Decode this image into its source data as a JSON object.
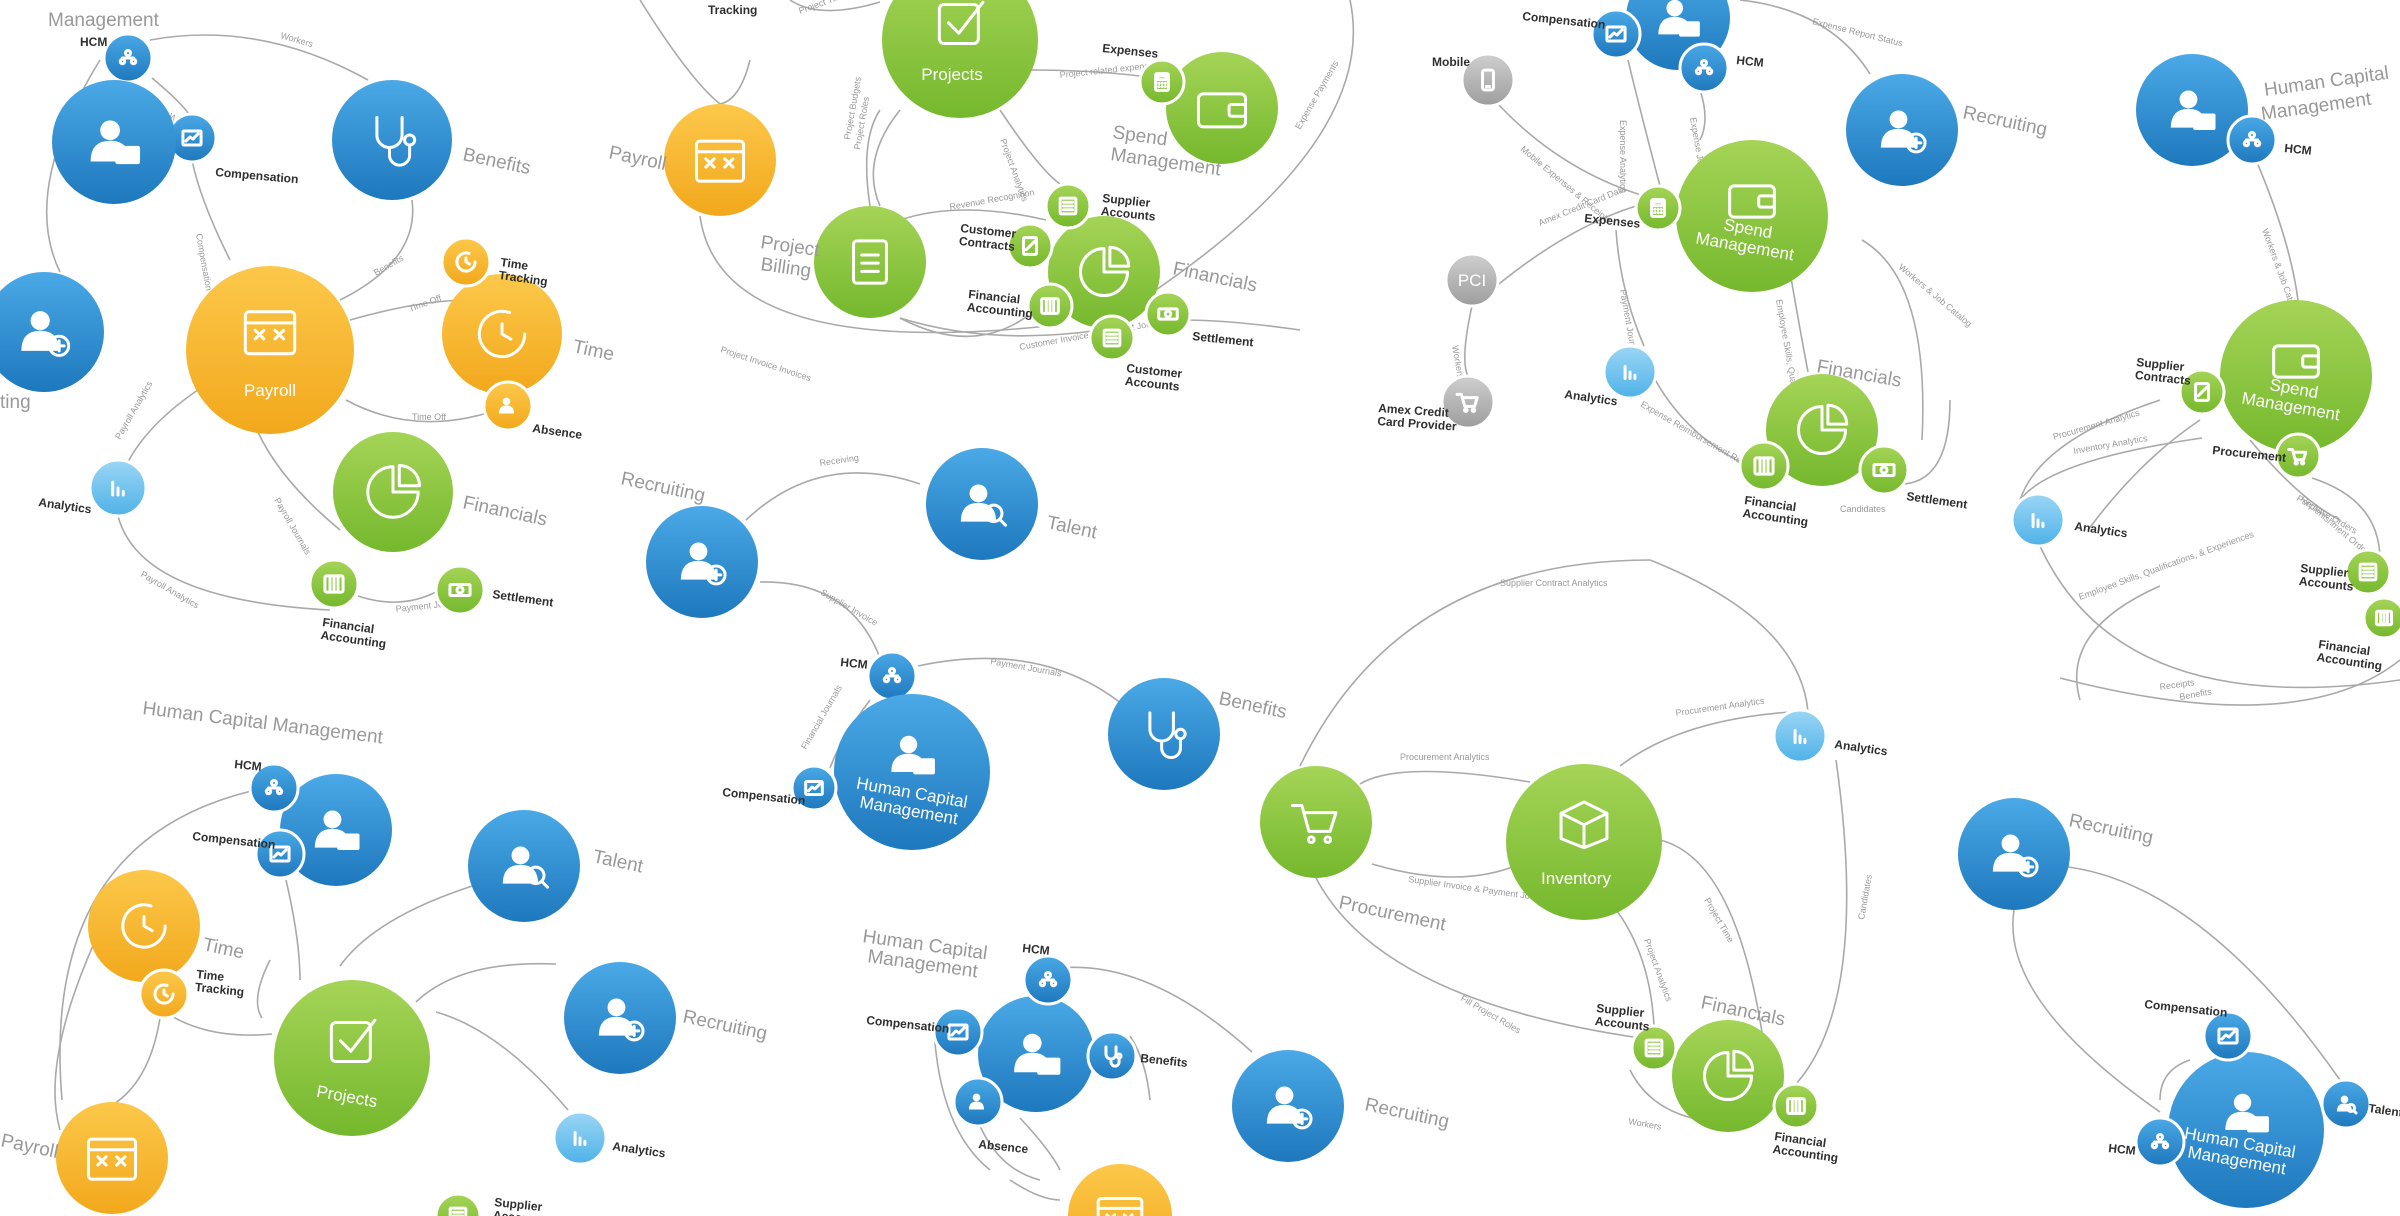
{
  "colors": {
    "blue": "#2e8fd1",
    "blue_light": "#6cc0ee",
    "green": "#8cc63f",
    "yellow": "#f7b52c",
    "gray": "#b4b4b4",
    "edge": "#a9a9a9"
  },
  "nodes": [
    {
      "id": "n1",
      "kind": "blue",
      "icon": "chart-icon",
      "label": "Compensation"
    },
    {
      "id": "n2",
      "kind": "blue",
      "icon": "hcm-icon",
      "label": "HCM"
    },
    {
      "id": "n3",
      "kind": "blue",
      "icon": "person-folder-icon",
      "label": ""
    },
    {
      "id": "n4",
      "kind": "blue",
      "icon": "stethoscope-icon",
      "label": "Benefits"
    },
    {
      "id": "n5",
      "kind": "blue",
      "icon": "person-plus-icon",
      "label": "Recruiting"
    },
    {
      "id": "n6",
      "kind": "yellow",
      "icon": "calendar-icon",
      "label": "Payroll"
    },
    {
      "id": "n7",
      "kind": "yellow",
      "icon": "clock-icon",
      "label": "Time"
    },
    {
      "id": "n8",
      "kind": "yellow",
      "icon": "clock-icon",
      "label": "Time Tracking"
    },
    {
      "id": "n9",
      "kind": "yellow",
      "icon": "person-icon",
      "label": "Absence"
    },
    {
      "id": "n10",
      "kind": "blue_light",
      "icon": "analytics-icon",
      "label": "Analytics"
    },
    {
      "id": "n11",
      "kind": "green",
      "icon": "pie-icon",
      "label": "Financials"
    },
    {
      "id": "n12",
      "kind": "green",
      "icon": "ledger-icon",
      "label": "Financial Accounting"
    },
    {
      "id": "n13",
      "kind": "green",
      "icon": "cash-icon",
      "label": "Settlement"
    },
    {
      "id": "n14",
      "kind": "green",
      "icon": "check-icon",
      "label": "Projects"
    },
    {
      "id": "n15",
      "kind": "yellow",
      "icon": "calendar-icon",
      "label": "Payroll"
    },
    {
      "id": "n16",
      "kind": "green",
      "icon": "document-icon",
      "label": "Project Billing"
    },
    {
      "id": "n17",
      "kind": "green",
      "icon": "wallet-icon",
      "label": "Spend Management"
    },
    {
      "id": "n18",
      "kind": "green",
      "icon": "calculator-icon",
      "label": "Expenses"
    },
    {
      "id": "n19",
      "kind": "green",
      "icon": "pie-icon",
      "label": "Financials"
    },
    {
      "id": "n20",
      "kind": "green",
      "icon": "contract-icon",
      "label": "Customer Contracts"
    },
    {
      "id": "n21",
      "kind": "green",
      "icon": "ledger-icon",
      "label": "Financial Accounting"
    },
    {
      "id": "n22",
      "kind": "green",
      "icon": "accounts-icon",
      "label": "Supplier Accounts"
    },
    {
      "id": "n23",
      "kind": "green",
      "icon": "cash-icon",
      "label": "Settlement"
    },
    {
      "id": "n24",
      "kind": "green",
      "icon": "accounts-icon",
      "label": "Customer Accounts"
    },
    {
      "id": "n25",
      "kind": "gray",
      "icon": "phone-icon",
      "label": "Mobile"
    },
    {
      "id": "n26",
      "kind": "gray",
      "icon": "pci-icon",
      "label": "PCI"
    },
    {
      "id": "n27",
      "kind": "gray",
      "icon": "cart-icon",
      "label": "Amex Credit Card Provider"
    },
    {
      "id": "n28",
      "kind": "blue",
      "icon": "person-folder-icon",
      "label": ""
    },
    {
      "id": "n29",
      "kind": "blue",
      "icon": "chart-icon",
      "label": "Compensation"
    },
    {
      "id": "n30",
      "kind": "blue",
      "icon": "hcm-icon",
      "label": "HCM"
    },
    {
      "id": "n31",
      "kind": "blue",
      "icon": "person-plus-icon",
      "label": "Recruiting"
    },
    {
      "id": "n32",
      "kind": "green",
      "icon": "wallet-icon",
      "label": "Spend Management"
    },
    {
      "id": "n33",
      "kind": "green",
      "icon": "calculator-icon",
      "label": "Expenses"
    },
    {
      "id": "n34",
      "kind": "blue_light",
      "icon": "analytics-icon",
      "label": "Analytics"
    },
    {
      "id": "n35",
      "kind": "green",
      "icon": "pie-icon",
      "label": "Financials"
    },
    {
      "id": "n36",
      "kind": "green",
      "icon": "ledger-icon",
      "label": "Financial Accounting"
    },
    {
      "id": "n37",
      "kind": "green",
      "icon": "cash-icon",
      "label": "Settlement"
    },
    {
      "id": "n38",
      "kind": "blue",
      "icon": "person-folder-icon",
      "label": "Human Capital Management"
    },
    {
      "id": "n39",
      "kind": "blue",
      "icon": "hcm-icon",
      "label": "HCM"
    },
    {
      "id": "n40",
      "kind": "green",
      "icon": "wallet-icon",
      "label": "Spend Management"
    },
    {
      "id": "n41",
      "kind": "green",
      "icon": "contract-icon",
      "label": "Supplier Contracts"
    },
    {
      "id": "n42",
      "kind": "green",
      "icon": "cart-icon",
      "label": "Procurement"
    },
    {
      "id": "n43",
      "kind": "blue_light",
      "icon": "analytics-icon",
      "label": "Analytics"
    },
    {
      "id": "n44",
      "kind": "green",
      "icon": "accounts-icon",
      "label": "Supplier Accounts"
    },
    {
      "id": "n45",
      "kind": "green",
      "icon": "ledger-icon",
      "label": "Financial Accounting"
    },
    {
      "id": "n46",
      "kind": "blue",
      "icon": "person-plus-icon",
      "label": "Recruiting"
    },
    {
      "id": "n47",
      "kind": "blue",
      "icon": "person-search-icon",
      "label": "Talent"
    },
    {
      "id": "n48",
      "kind": "blue",
      "icon": "hcm-icon",
      "label": "HCM"
    },
    {
      "id": "n49",
      "kind": "blue",
      "icon": "person-folder-icon",
      "label": "Human Capital Management"
    },
    {
      "id": "n50",
      "kind": "blue",
      "icon": "chart-icon",
      "label": "Compensation"
    },
    {
      "id": "n51",
      "kind": "blue",
      "icon": "stethoscope-icon",
      "label": "Benefits"
    },
    {
      "id": "n52",
      "kind": "green",
      "icon": "cart-icon",
      "label": "Procurement"
    },
    {
      "id": "n53",
      "kind": "green",
      "icon": "box-icon",
      "label": "Inventory"
    },
    {
      "id": "n54",
      "kind": "blue_light",
      "icon": "analytics-icon",
      "label": "Analytics"
    },
    {
      "id": "n55",
      "kind": "green",
      "icon": "pie-icon",
      "label": "Financials"
    },
    {
      "id": "n56",
      "kind": "green",
      "icon": "accounts-icon",
      "label": "Supplier Accounts"
    },
    {
      "id": "n57",
      "kind": "green",
      "icon": "ledger-icon",
      "label": "Financial Accounting"
    },
    {
      "id": "n58",
      "kind": "blue",
      "icon": "person-folder-icon",
      "label": ""
    },
    {
      "id": "n59",
      "kind": "blue",
      "icon": "hcm-icon",
      "label": "HCM"
    },
    {
      "id": "n60",
      "kind": "blue",
      "icon": "chart-icon",
      "label": "Compensation"
    },
    {
      "id": "n61",
      "kind": "yellow",
      "icon": "clock-icon",
      "label": "Time"
    },
    {
      "id": "n62",
      "kind": "yellow",
      "icon": "clock-icon",
      "label": "Time Tracking"
    },
    {
      "id": "n63",
      "kind": "yellow",
      "icon": "calendar-icon",
      "label": "Payroll"
    },
    {
      "id": "n64",
      "kind": "green",
      "icon": "check-icon",
      "label": "Projects"
    },
    {
      "id": "n65",
      "kind": "blue",
      "icon": "person-search-icon",
      "label": "Talent"
    },
    {
      "id": "n66",
      "kind": "blue",
      "icon": "person-plus-icon",
      "label": "Recruiting"
    },
    {
      "id": "n67",
      "kind": "blue_light",
      "icon": "analytics-icon",
      "label": "Analytics"
    },
    {
      "id": "n68",
      "kind": "green",
      "icon": "accounts-icon",
      "label": "Supplier Accounts"
    },
    {
      "id": "n69",
      "kind": "blue",
      "icon": "person-folder-icon",
      "label": ""
    },
    {
      "id": "n70",
      "kind": "blue",
      "icon": "hcm-icon",
      "label": "HCM"
    },
    {
      "id": "n71",
      "kind": "blue",
      "icon": "chart-icon",
      "label": "Compensation"
    },
    {
      "id": "n72",
      "kind": "blue",
      "icon": "stethoscope-icon",
      "label": "Benefits"
    },
    {
      "id": "n73",
      "kind": "blue",
      "icon": "person-icon",
      "label": "Absence"
    },
    {
      "id": "n74",
      "kind": "blue",
      "icon": "person-plus-icon",
      "label": "Recruiting"
    },
    {
      "id": "n75",
      "kind": "yellow",
      "icon": "calendar-icon",
      "label": ""
    },
    {
      "id": "n76",
      "kind": "blue",
      "icon": "person-plus-icon",
      "label": "Recruiting"
    },
    {
      "id": "n77",
      "kind": "blue",
      "icon": "person-folder-icon",
      "label": "Human Capital Management"
    },
    {
      "id": "n78",
      "kind": "blue",
      "icon": "chart-icon",
      "label": "Compensation"
    },
    {
      "id": "n79",
      "kind": "blue",
      "icon": "hcm-icon",
      "label": "HCM"
    },
    {
      "id": "n80",
      "kind": "blue",
      "icon": "person-search-icon",
      "label": "Talent"
    }
  ],
  "texts": [
    {
      "id": "t1",
      "text": "Management"
    },
    {
      "id": "t2",
      "text": "Human Capital Management"
    },
    {
      "id": "t3",
      "text": "Human Capital"
    },
    {
      "id": "t4",
      "text": "Management"
    },
    {
      "id": "t5",
      "text": "Human Capital Management"
    },
    {
      "id": "t6",
      "text": "Human Capital"
    },
    {
      "id": "t7",
      "text": "Management"
    },
    {
      "id": "t8",
      "text": "Tracking"
    },
    {
      "id": "t9",
      "text": "ting"
    },
    {
      "id": "t10",
      "text": "Spend"
    },
    {
      "id": "t11",
      "text": "Management"
    },
    {
      "id": "t12",
      "text": "Project"
    },
    {
      "id": "t13",
      "text": "Billing"
    }
  ],
  "edge_labels": [
    "Workers",
    "Workers",
    "Compensation",
    "Benefits",
    "Time Off",
    "Time Off",
    "Payroll Analytics",
    "Payroll Journals",
    "Payment Journals",
    "Payroll Analytics",
    "Project Time",
    "Project Roles",
    "Project Analytics",
    "Project related expenses",
    "Revenue Recognition",
    "Customer Invoice & Payment Journals",
    "Project Invoice Invoices",
    "Project Budgets",
    "Expense Payments",
    "Payments",
    "Workers",
    "Expense Report Status",
    "Mobile Expenses & Receipts",
    "Amex Credit Card Data",
    "Workers",
    "Expense Journals",
    "Expense Analytics",
    "Payment Journals",
    "Expense Reimbursement Request",
    "Employee Skills, Qualifications, & Experiences",
    "Candidates",
    "Workers & Job Catalog",
    "Workers & Job Catalog",
    "Procurement Analytics",
    "Inventory Analytics",
    "Receipts",
    "Replenishment Order",
    "Purchase Orders",
    "Receiving",
    "Supplier Invoice",
    "Payment Journals",
    "Financial Journals",
    "Supplier Contract Analytics",
    "Procurement Analytics",
    "Procurement Analytics",
    "Supplier Invoice & Payment Journals",
    "Fill Project Roles",
    "Project Analytics",
    "Project Time",
    "Workers",
    "Candidates",
    "Benefits",
    "Employee Skills, Qualifications, & Experiences"
  ]
}
